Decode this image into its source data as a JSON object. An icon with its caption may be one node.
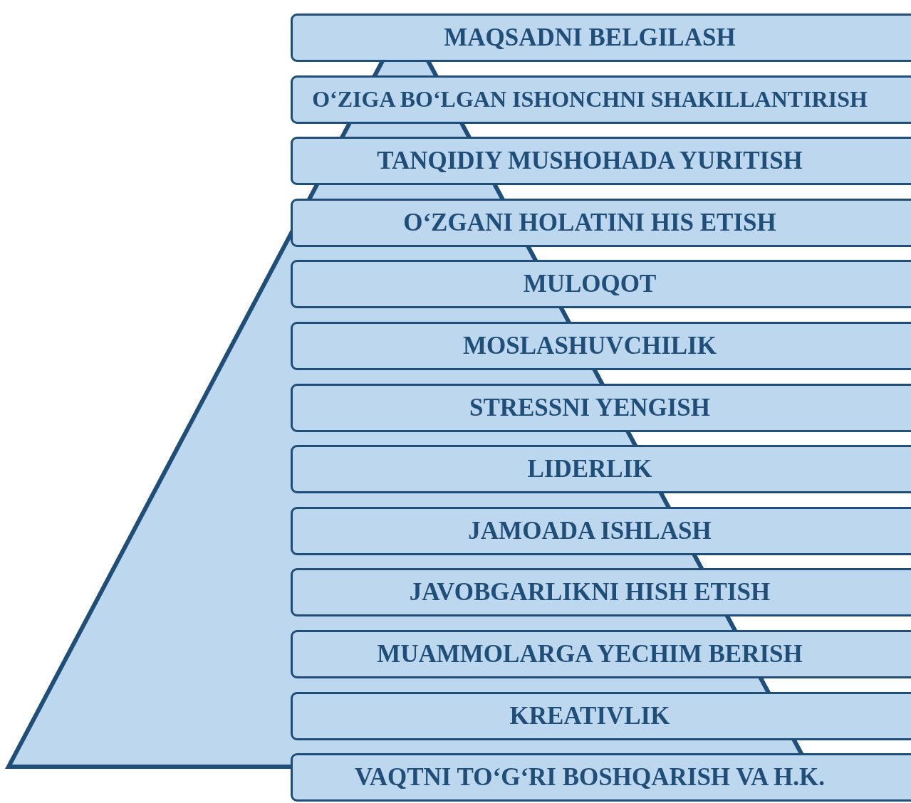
{
  "diagram": {
    "nodes": [
      {
        "text": [
          "MAQSADNI BELGILASH"
        ]
      },
      {
        "text": [
          "O‘ZIGA BO‘LGAN ISHONCHNI SHAKILLANTIRISH"
        ]
      },
      {
        "text": [
          "TANQIDIY MUSHOHADA YURITISH"
        ]
      },
      {
        "text": [
          "O‘ZGANI HOLATINI HIS ETISH"
        ]
      },
      {
        "text": [
          "MULOQOT"
        ]
      },
      {
        "text": [
          "MOSLASHUVCHILIK"
        ]
      },
      {
        "text": [
          "STRESSNI YENGISH"
        ]
      },
      {
        "text": [
          "LIDERLIK"
        ]
      },
      {
        "text": [
          "JAMOADA ISHLASH"
        ]
      },
      {
        "text": [
          "JAVOBGARLIKNI HISH ETISH"
        ]
      },
      {
        "text": [
          "MUAMMOLARGA YECHIM BERISH"
        ]
      },
      {
        "text": [
          "KREATIVLIK"
        ]
      },
      {
        "text": [
          "VAQTNI TO‘G‘RI BOSHQARISH VA H.K."
        ]
      }
    ]
  }
}
